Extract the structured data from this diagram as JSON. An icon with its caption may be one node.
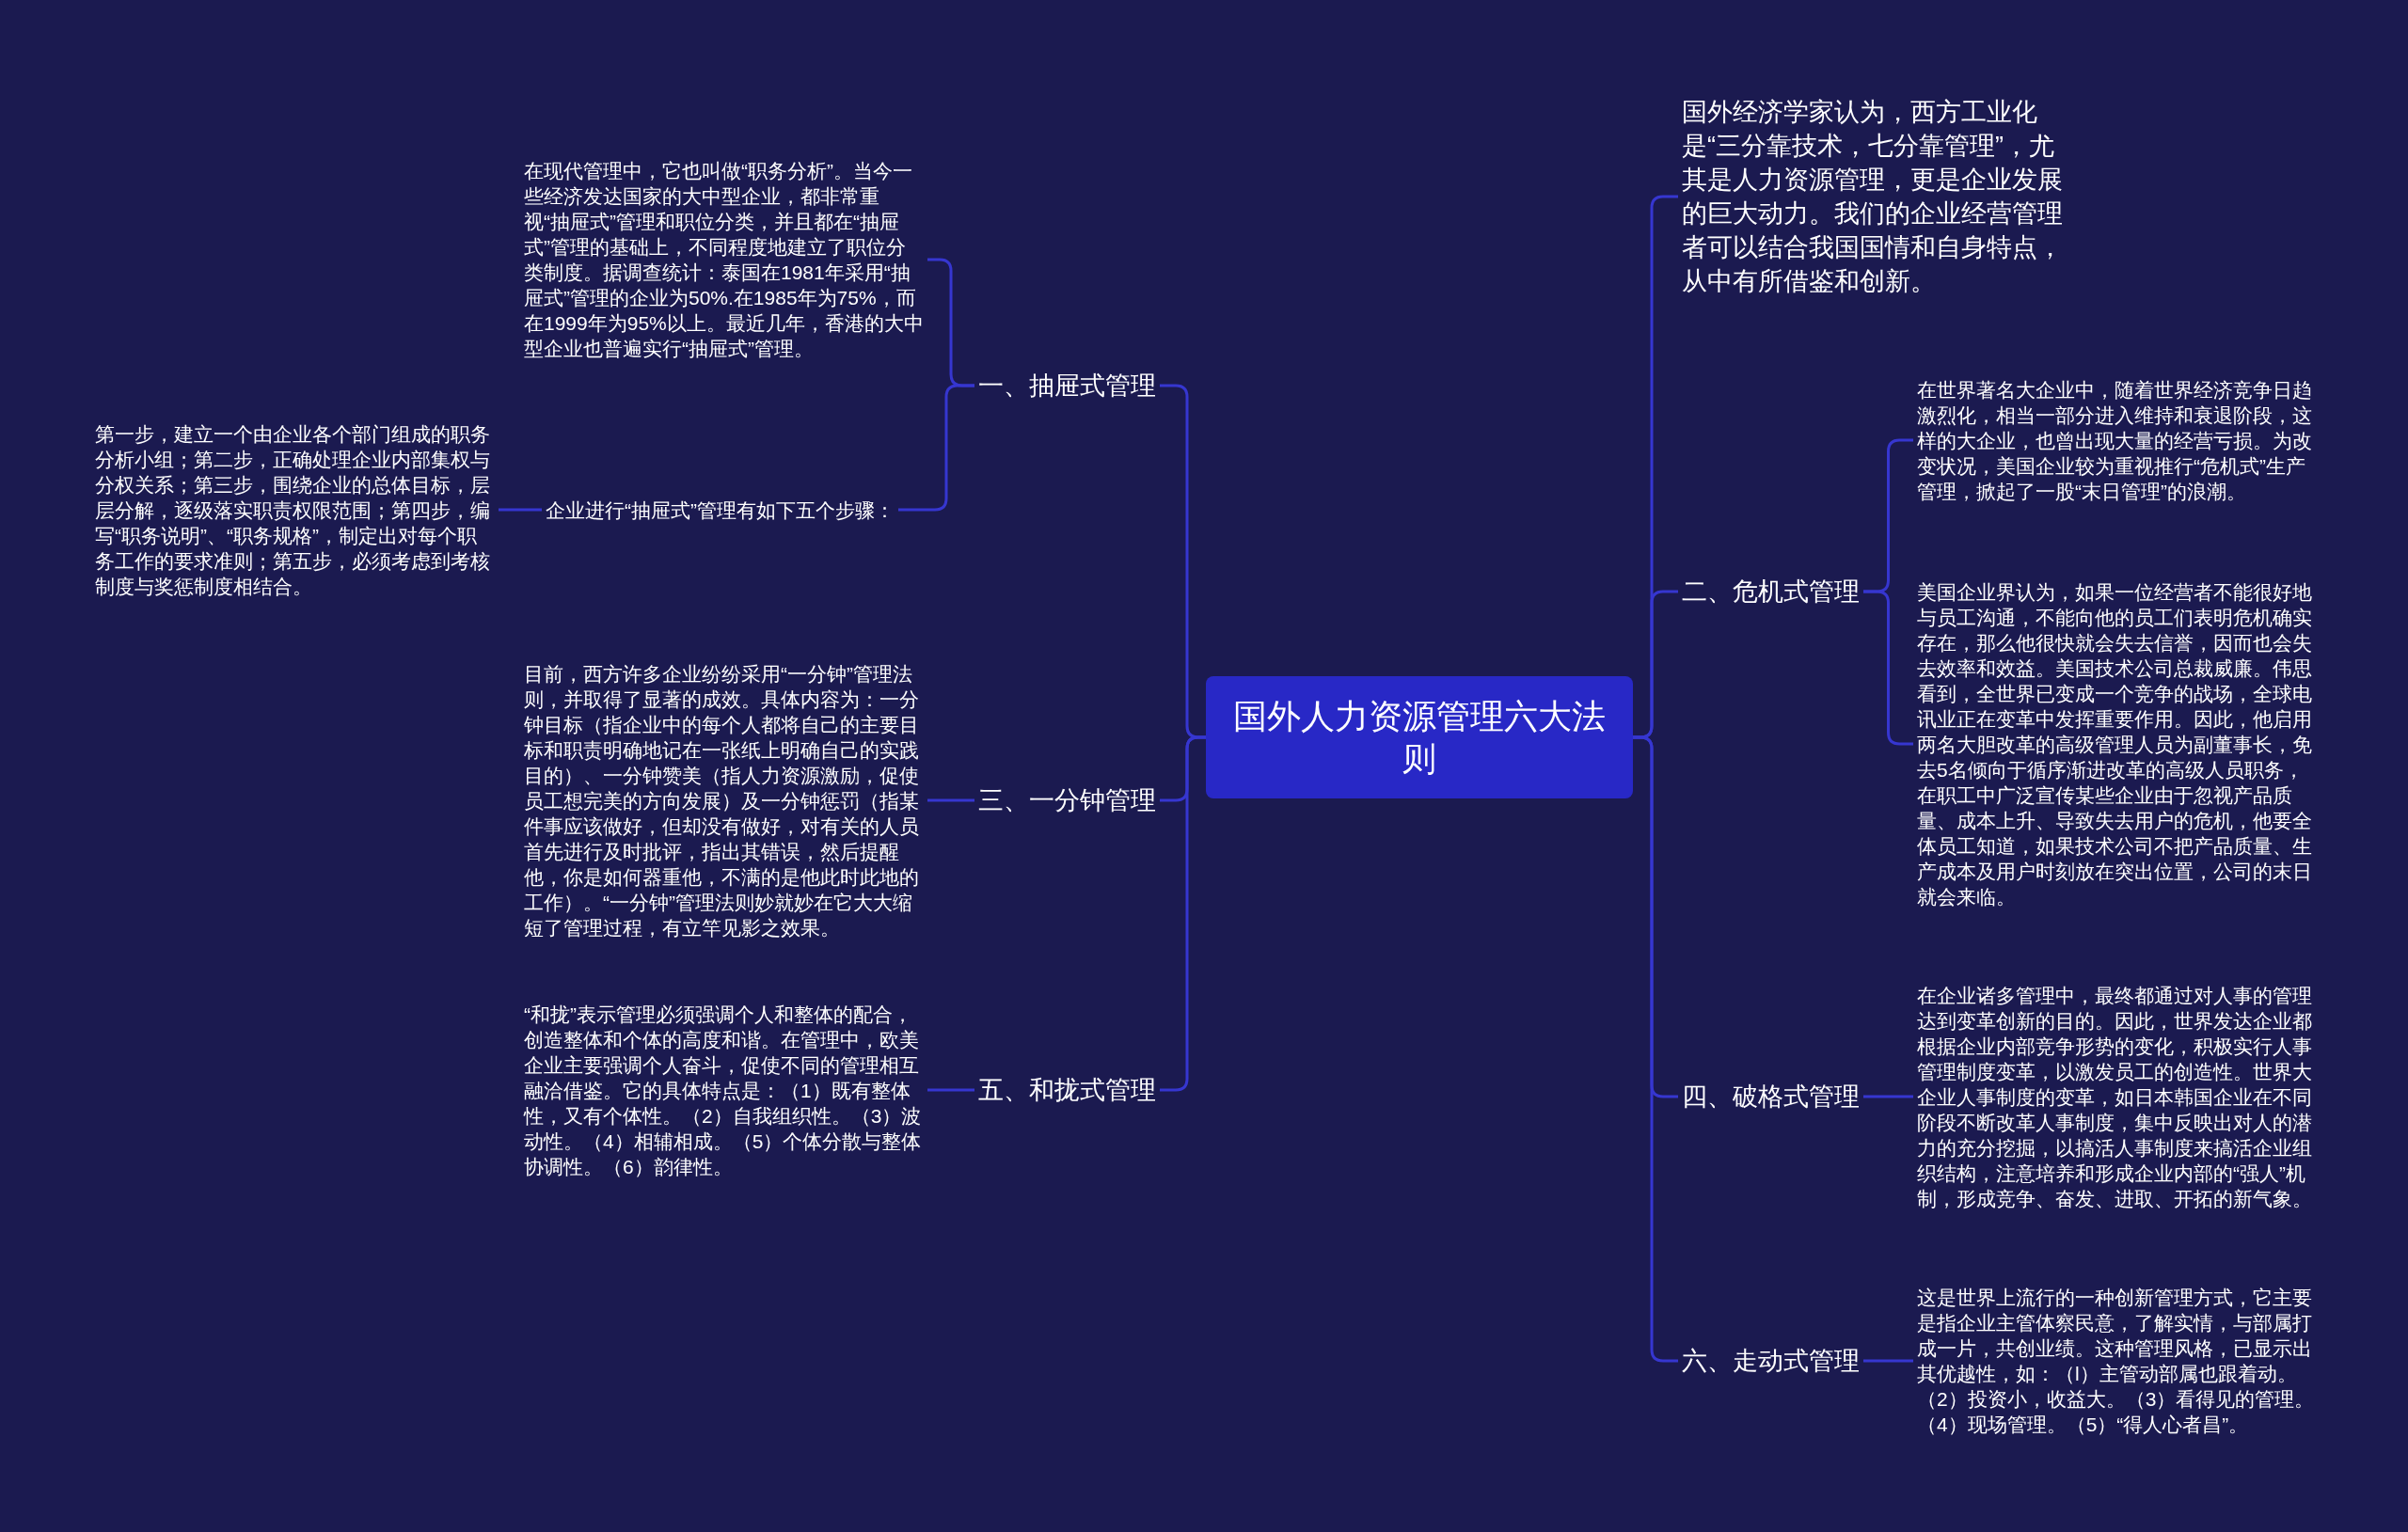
{
  "diagram": {
    "nodes": [
      {
        "text": [
          "国外人力资源管理六大法则"
        ]
      },
      {
        "text": [
          "一、抽屉式管理"
        ]
      },
      {
        "text": [
          "在现代管理中，它也叫做“职务分析”。当今一些经济发达国家的大中型企业，都非常重视“抽屉式”管理和职位分类，并且都在“抽屉式”管理的基础上，不同程度地建立了职位分类制度。据调查统计：泰国在1981年采用“抽屉式”管理的企业为50%.在1985年为75%，而在1999年为95%以上。最近几年，香港的大中型企业也普遍实行“抽屉式”管理。"
        ]
      },
      {
        "text": [
          "企业进行“抽屉式”管理有如下五个步骤："
        ]
      },
      {
        "text": [
          "第一步，建立一个由企业各个部门组成的职务分析小组；第二步，正确处理企业内部集权与分权关系；第三步，围绕企业的总体目标，层层分解，逐级落实职责权限范围；第四步，编写“职务说明”、“职务规格”，制定出对每个职务工作的要求准则；第五步，必须考虑到考核制度与奖惩制度相结合。"
        ]
      },
      {
        "text": [
          "三、一分钟管理"
        ]
      },
      {
        "text": [
          "目前，西方许多企业纷纷采用“一分钟”管理法则，并取得了显著的成效。具体内容为：一分钟目标（指企业中的每个人都将自己的主要目标和职责明确地记在一张纸上明确自己的实践目的）、一分钟赞美（指人力资源激励，促使员工想完美的方向发展）及一分钟惩罚（指某件事应该做好，但却没有做好，对有关的人员首先进行及时批评，指出其错误，然后提醒他，你是如何器重他，不满的是他此时此地的工作）。“一分钟”管理法则妙就妙在它大大缩短了管理过程，有立竿见影之效果。"
        ]
      },
      {
        "text": [
          "五、和拢式管理"
        ]
      },
      {
        "text": [
          "“和拢”表示管理必须强调个人和整体的配合，创造整体和个体的高度和谐。在管理中，欧美企业主要强调个人奋斗，促使不同的管理相互融洽借鉴。它的具体特点是：（1）既有整体性，又有个体性。（2）自我组织性。（3）波动性。（4）相辅相成。（5）个体分散与整体协调性。（6）韵律性。"
        ]
      },
      {
        "text": [
          "国外经济学家认为，西方工业化是“三分靠技术，七分靠管理”，尤其是人力资源管理，更是企业发展的巨大动力。我们的企业经营管理者可以结合我国国情和自身特点，从中有所借鉴和创新。"
        ]
      },
      {
        "text": [
          "二、危机式管理"
        ]
      },
      {
        "text": [
          "在世界著名大企业中，随着世界经济竞争日趋激烈化，相当一部分进入维持和衰退阶段，这样的大企业，也曾出现大量的经营亏损。为改变状况，美国企业较为重视推行“危机式”生产管理，掀起了一股“末日管理”的浪潮。"
        ]
      },
      {
        "text": [
          "美国企业界认为，如果一位经营者不能很好地与员工沟通，不能向他的员工们表明危机确实存在，那么他很快就会失去信誉，因而也会失去效率和效益。美国技术公司总裁威廉。伟思看到，全世界已变成一个竞争的战场，全球电讯业正在变革中发挥重要作用。因此，他启用两名大胆改革的高级管理人员为副董事长，免去5名倾向于循序渐进改革的高级人员职务，在职工中广泛宣传某些企业由于忽视产品质量、成本上升、导致失去用户的危机，他要全体员工知道，如果技术公司不把产品质量、生产成本及用户时刻放在突出位置，公司的末日就会来临。"
        ]
      },
      {
        "text": [
          "四、破格式管理"
        ]
      },
      {
        "text": [
          "在企业诸多管理中，最终都通过对人事的管理达到变革创新的目的。因此，世界发达企业都根据企业内部竞争形势的变化，积极实行人事管理制度变革，以激发员工的创造性。世界大企业人事制度的变革，如日本韩国企业在不同阶段不断改革人事制度，集中反映出对人的潜力的充分挖掘，以搞活人事制度来搞活企业组织结构，注意培养和形成企业内部的“强人”机制，形成竞争、奋发、进取、开拓的新气象。"
        ]
      },
      {
        "text": [
          "六、走动式管理"
        ]
      },
      {
        "text": [
          "这是世界上流行的一种创新管理方式，它主要是指企业主管体察民意，了解实情，与部属打成一片，共创业绩。这种管理风格，已显示出其优越性，如：（l）主管动部属也跟着动。（2）投资小，收益大。（3）看得见的管理。（4）现场管理。（5）“得人心者昌”。"
        ]
      }
    ],
    "edges": [
      {
        "from": 0,
        "to": 1,
        "arrow": "none"
      },
      {
        "from": 1,
        "to": 2,
        "arrow": "none"
      },
      {
        "from": 1,
        "to": 3,
        "arrow": "none"
      },
      {
        "from": 3,
        "to": 4,
        "arrow": "none"
      },
      {
        "from": 0,
        "to": 5,
        "arrow": "none"
      },
      {
        "from": 5,
        "to": 6,
        "arrow": "none"
      },
      {
        "from": 0,
        "to": 7,
        "arrow": "none"
      },
      {
        "from": 7,
        "to": 8,
        "arrow": "none"
      },
      {
        "from": 0,
        "to": 9,
        "arrow": "none"
      },
      {
        "from": 0,
        "to": 10,
        "arrow": "none"
      },
      {
        "from": 10,
        "to": 11,
        "arrow": "none"
      },
      {
        "from": 10,
        "to": 12,
        "arrow": "none"
      },
      {
        "from": 0,
        "to": 13,
        "arrow": "none"
      },
      {
        "from": 13,
        "to": 14,
        "arrow": "none"
      },
      {
        "from": 0,
        "to": 15,
        "arrow": "none"
      },
      {
        "from": 15,
        "to": 16,
        "arrow": "none"
      }
    ]
  }
}
